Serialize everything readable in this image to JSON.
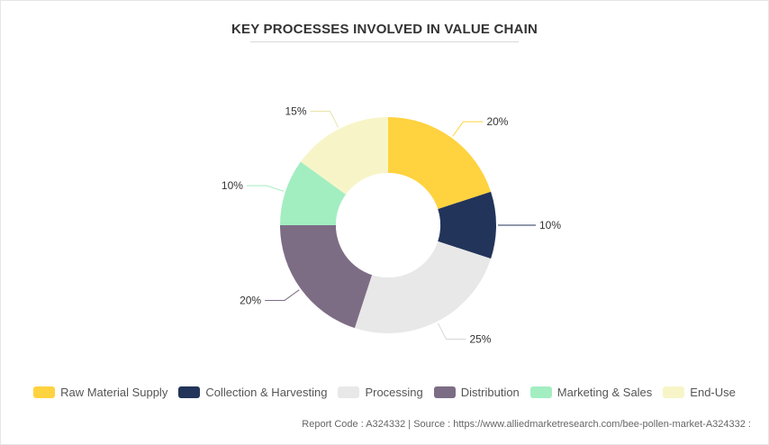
{
  "chart_data": {
    "type": "pie",
    "title": "KEY PROCESSES INVOLVED IN VALUE CHAIN",
    "donut": true,
    "categories": [
      "Raw Material Supply",
      "Collection & Harvesting",
      "Processing",
      "Distribution",
      "Marketing & Sales",
      "End-Use"
    ],
    "values": [
      20,
      10,
      25,
      20,
      10,
      15
    ],
    "labels": [
      "20%",
      "10%",
      "25%",
      "20%",
      "10%",
      "15%"
    ],
    "colors": [
      "#FFD23F",
      "#22345A",
      "#E8E8E8",
      "#7D6D84",
      "#A2EEC1",
      "#F7F5C8"
    ],
    "legend_position": "bottom"
  },
  "footer": {
    "text": "Report Code : A324332  |  Source : https://www.alliedmarketresearch.com/bee-pollen-market-A324332 :"
  }
}
